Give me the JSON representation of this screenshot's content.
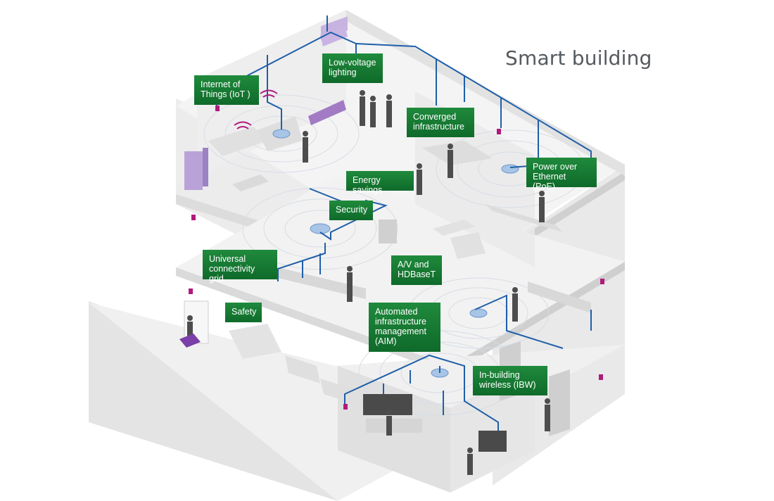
{
  "title": "Smart building",
  "colors": {
    "label_bg": "#1a7d36",
    "cable": "#1f5fa8",
    "wall": "#e6e6e6",
    "floor": "#f2f2f2",
    "accent_purple": "#a27bc4",
    "magenta": "#b01a7c"
  },
  "labels": [
    {
      "id": "iot",
      "text": "Internet of\nThings (IoT )"
    },
    {
      "id": "lighting",
      "text": "Low-voltage\nlighting"
    },
    {
      "id": "converged",
      "text": "Converged\ninfrastructure"
    },
    {
      "id": "poe",
      "text": "Power over\nEthernet (PoE)"
    },
    {
      "id": "energy",
      "text": "Energy savings"
    },
    {
      "id": "security",
      "text": "Security"
    },
    {
      "id": "grid",
      "text": "Universal\nconnectivity grid"
    },
    {
      "id": "av",
      "text": "A/V and\nHDBaseT"
    },
    {
      "id": "safety",
      "text": "Safety"
    },
    {
      "id": "aim",
      "text": "Automated\ninfrastructure\nmanagement\n(AIM)"
    },
    {
      "id": "ibw",
      "text": "In-building\nwireless (IBW)"
    }
  ]
}
